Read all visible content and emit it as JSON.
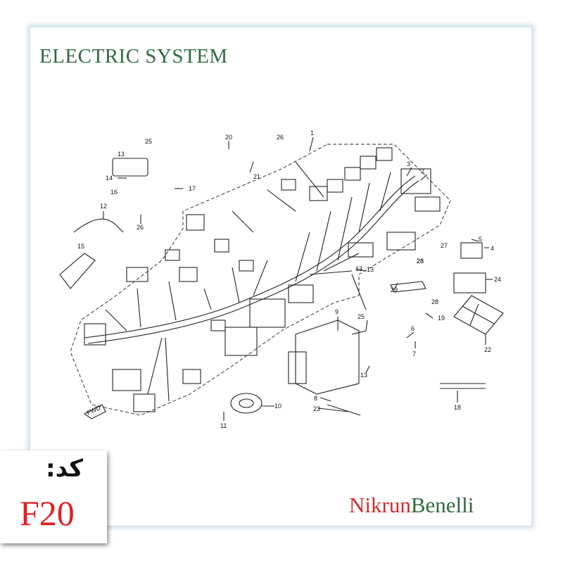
{
  "title": "ELECTRIC SYSTEM",
  "code": {
    "label": "کد:",
    "value": "F20"
  },
  "brand": {
    "part1": "Nikrun",
    "part2": "Benelli"
  },
  "callouts": [
    "1",
    "2",
    "3",
    "4",
    "5",
    "6",
    "7",
    "8",
    "9",
    "10",
    "11",
    "12",
    "13",
    "13",
    "13",
    "13",
    "14",
    "15",
    "16",
    "17",
    "18",
    "19",
    "20",
    "21",
    "22",
    "23",
    "24",
    "25",
    "25",
    "26",
    "26",
    "27",
    "28",
    "28",
    "28",
    "29",
    "FWD"
  ]
}
